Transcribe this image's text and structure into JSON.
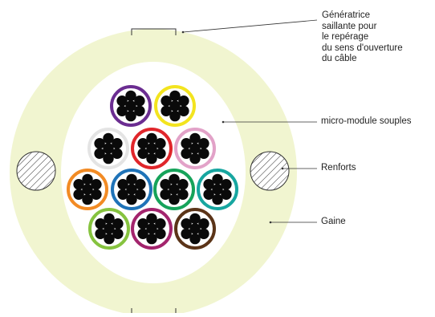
{
  "diagram": {
    "labels": {
      "generatrice": [
        "Génératrice",
        "saillante pour",
        "le repérage",
        "du sens d'ouverture",
        "du câble"
      ],
      "micromodule": "micro-module souples",
      "renforts": "Renforts",
      "gaine": "Gaine"
    },
    "colors": {
      "sheath": "#f1f5d0",
      "core": "#ffffff",
      "fiber": "#0a0a0a",
      "leader": "#333333"
    },
    "micromodules": [
      {
        "color": "purple",
        "hex": "#6b2d91"
      },
      {
        "color": "yellow",
        "hex": "#f3e41f"
      },
      {
        "color": "light-grey",
        "hex": "#e4e4e4"
      },
      {
        "color": "red",
        "hex": "#e0262b"
      },
      {
        "color": "pink",
        "hex": "#e2a2c8"
      },
      {
        "color": "orange",
        "hex": "#f28b24"
      },
      {
        "color": "blue",
        "hex": "#1f73b8"
      },
      {
        "color": "green",
        "hex": "#16a35a"
      },
      {
        "color": "turquoise",
        "hex": "#17a6a0"
      },
      {
        "color": "light-green",
        "hex": "#86c33f"
      },
      {
        "color": "violet",
        "hex": "#a3246d"
      },
      {
        "color": "brown",
        "hex": "#5b3418"
      }
    ],
    "renforts_count": 2,
    "fibers_per_module": 7
  }
}
